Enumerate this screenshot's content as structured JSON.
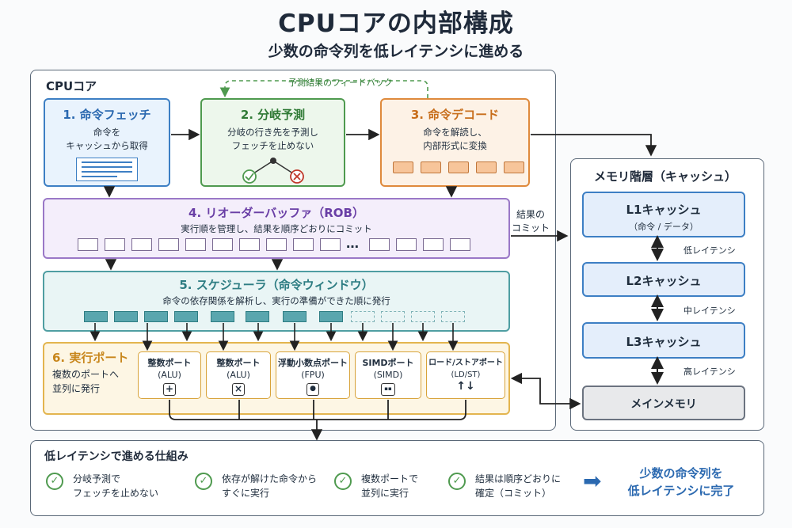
{
  "title": "CPUコアの内部構成",
  "subtitle": "少数の命令列を低レイテンシに進める",
  "core": {
    "label": "CPUコア",
    "feedback_label": "予測結果のフィードバック",
    "fetch": {
      "title": "1. 命令フェッチ",
      "desc1": "命令を",
      "desc2": "キャッシュから取得"
    },
    "branch": {
      "title": "2. 分岐予測",
      "desc1": "分岐の行き先を予測し",
      "desc2": "フェッチを止めない"
    },
    "decode": {
      "title": "3. 命令デコード",
      "desc1": "命令を解読し、",
      "desc2": "内部形式に変換"
    },
    "rob": {
      "title": "4. リオーダーバッファ（ROB）",
      "desc": "実行順を管理し、結果を順序どおりにコミット",
      "ellipsis": "…"
    },
    "commit_label1": "結果の",
    "commit_label2": "コミット",
    "scheduler": {
      "title": "5. スケジューラ（命令ウィンドウ）",
      "desc": "命令の依存関係を解析し、実行の準備ができた順に発行"
    },
    "exec": {
      "title": "6. 実行ポート",
      "desc1": "複数のポートへ",
      "desc2": "並列に発行",
      "ports": [
        {
          "name": "整数ポート",
          "sub": "(ALU)",
          "icon": "+"
        },
        {
          "name": "整数ポート",
          "sub": "(ALU)",
          "icon": "×"
        },
        {
          "name": "浮動小数点ポート",
          "sub": "(FPU)",
          "icon": "●"
        },
        {
          "name": "SIMDポート",
          "sub": "(SIMD)",
          "icon": "▪▪"
        },
        {
          "name": "ロード/ストアポート",
          "sub": "(LD/ST)",
          "icon": "↑↓"
        }
      ]
    }
  },
  "memory": {
    "label": "メモリ階層（キャッシュ）",
    "l1": {
      "title": "L1キャッシュ",
      "sub": "（命令 / データ）"
    },
    "lat1": "低レイテンシ",
    "l2": {
      "title": "L2キャッシュ"
    },
    "lat2": "中レイテンシ",
    "l3": {
      "title": "L3キャッシュ"
    },
    "lat3": "高レイテンシ",
    "main": {
      "title": "メインメモリ"
    }
  },
  "summary": {
    "label": "低レイテンシで進める仕組み",
    "items": [
      {
        "line1": "分岐予測で",
        "line2": "フェッチを止めない"
      },
      {
        "line1": "依存が解けた命令から",
        "line2": "すぐに実行"
      },
      {
        "line1": "複数ポートで",
        "line2": "並列に実行"
      },
      {
        "line1": "結果は順序どおりに",
        "line2": "確定（コミット）"
      }
    ],
    "conclusion1": "少数の命令列を",
    "conclusion2": "低レイテンシに完了"
  }
}
